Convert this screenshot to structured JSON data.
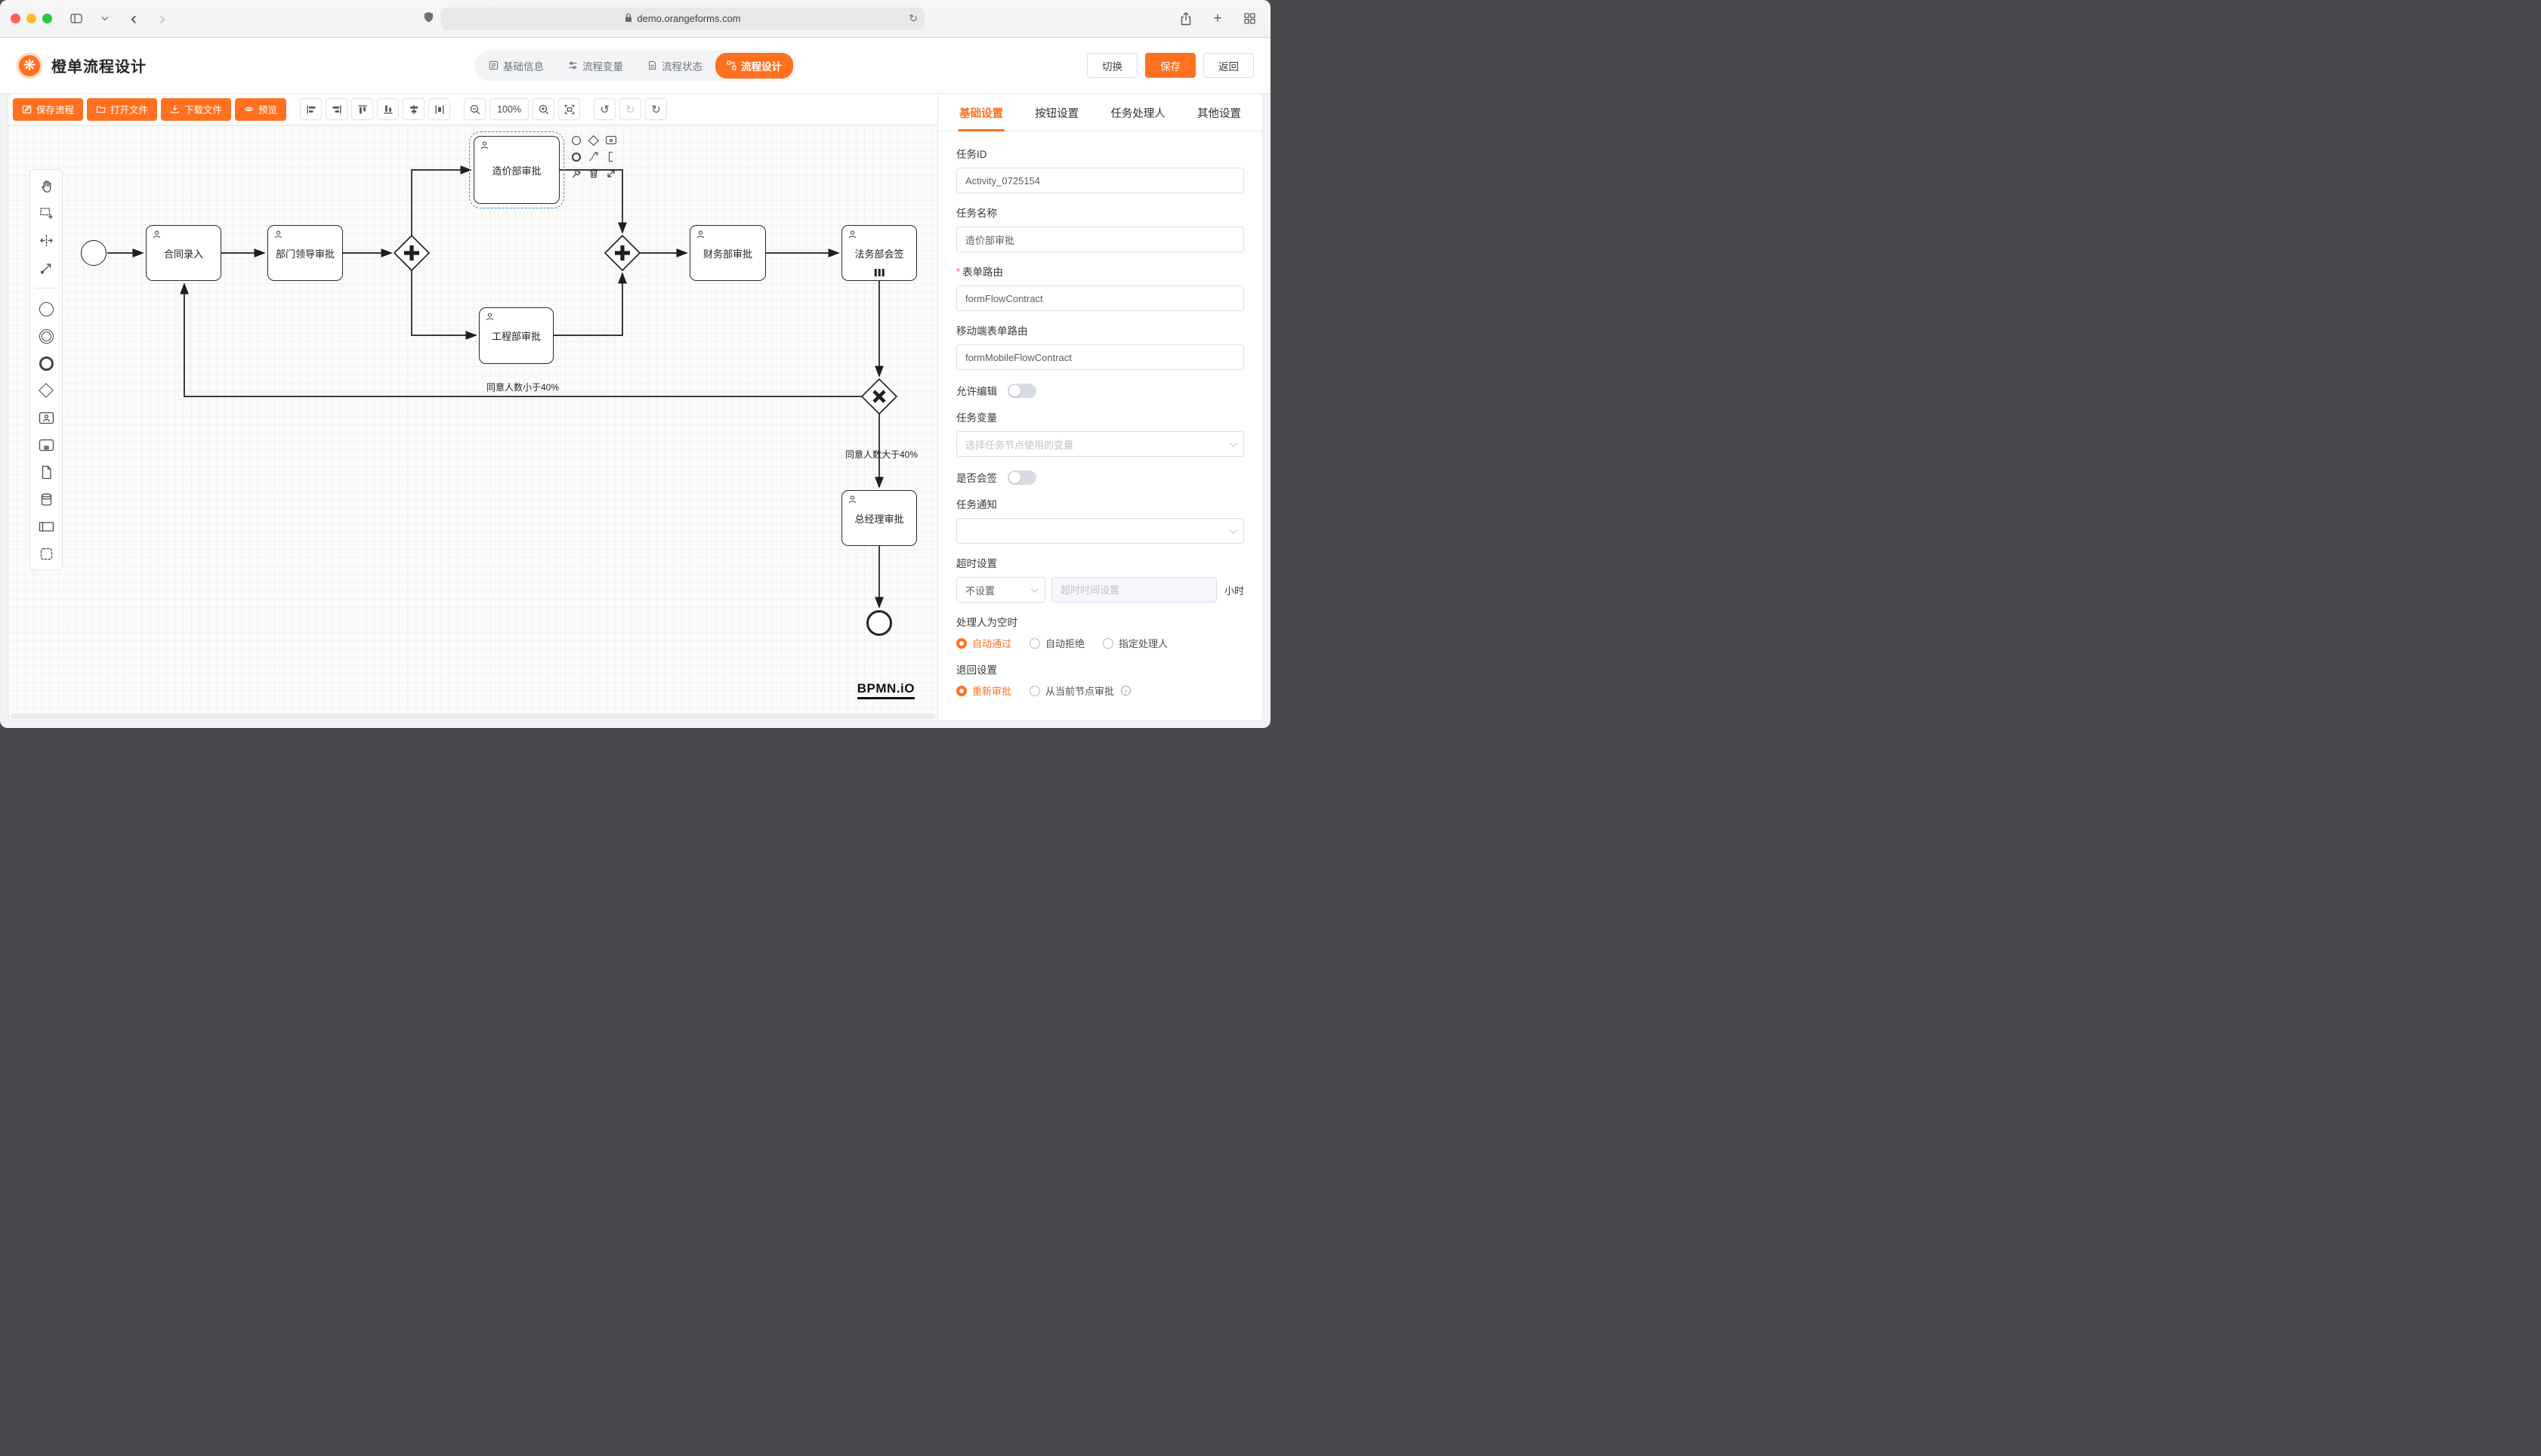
{
  "browser": {
    "url": "demo.orangeforms.com"
  },
  "icons": {
    "back": "‹",
    "forward": "›",
    "plus": "+",
    "undo": "↺",
    "redo": "↻",
    "reset": "↻",
    "reload": "↻",
    "info": "i",
    "zoom_out": "−",
    "zoom_in": "+",
    "logo": "❋"
  },
  "header": {
    "app_title": "橙单流程设计",
    "nav": [
      {
        "label": "基础信息"
      },
      {
        "label": "流程变量"
      },
      {
        "label": "流程状态"
      },
      {
        "label": "流程设计"
      }
    ],
    "actions": {
      "switch": "切换",
      "save": "保存",
      "back": "返回"
    }
  },
  "toolbar": {
    "save_flow": "保存流程",
    "open_file": "打开文件",
    "download_file": "下载文件",
    "preview": "预览",
    "zoom_level": "100%"
  },
  "canvas": {
    "watermark": "BPMN.iO",
    "nodes": {
      "task_contract_entry": "合同录入",
      "task_dept_leader": "部门领导审批",
      "task_cost_dept": "造价部审批",
      "task_engineering": "工程部审批",
      "task_finance": "财务部审批",
      "task_legal": "法务部会签",
      "task_gm": "总经理审批"
    },
    "edge_labels": {
      "lt40": "同意人数小于40%",
      "gt40": "同意人数大于40%"
    }
  },
  "panel": {
    "tabs": [
      {
        "label": "基础设置"
      },
      {
        "label": "按钮设置"
      },
      {
        "label": "任务处理人"
      },
      {
        "label": "其他设置"
      }
    ],
    "fields": {
      "task_id": {
        "label": "任务ID",
        "value": "Activity_0725154"
      },
      "task_name": {
        "label": "任务名称",
        "value": "造价部审批"
      },
      "form_route": {
        "label": "表单路由",
        "value": "formFlowContract"
      },
      "mobile_form_route": {
        "label": "移动端表单路由",
        "value": "formMobileFlowContract"
      },
      "allow_edit": {
        "label": "允许编辑"
      },
      "task_variable": {
        "label": "任务变量",
        "placeholder": "选择任务节点使用的变量"
      },
      "countersign": {
        "label": "是否会签"
      },
      "task_notify": {
        "label": "任务通知"
      },
      "timeout": {
        "label": "超时设置",
        "select_value": "不设置",
        "placeholder": "超时时间设置",
        "unit": "小时"
      },
      "empty_handler": {
        "label": "处理人为空时",
        "options": [
          "自动通过",
          "自动拒绝",
          "指定处理人"
        ]
      },
      "return_setting": {
        "label": "退回设置",
        "options": [
          "重新审批",
          "从当前节点审批"
        ]
      }
    }
  }
}
